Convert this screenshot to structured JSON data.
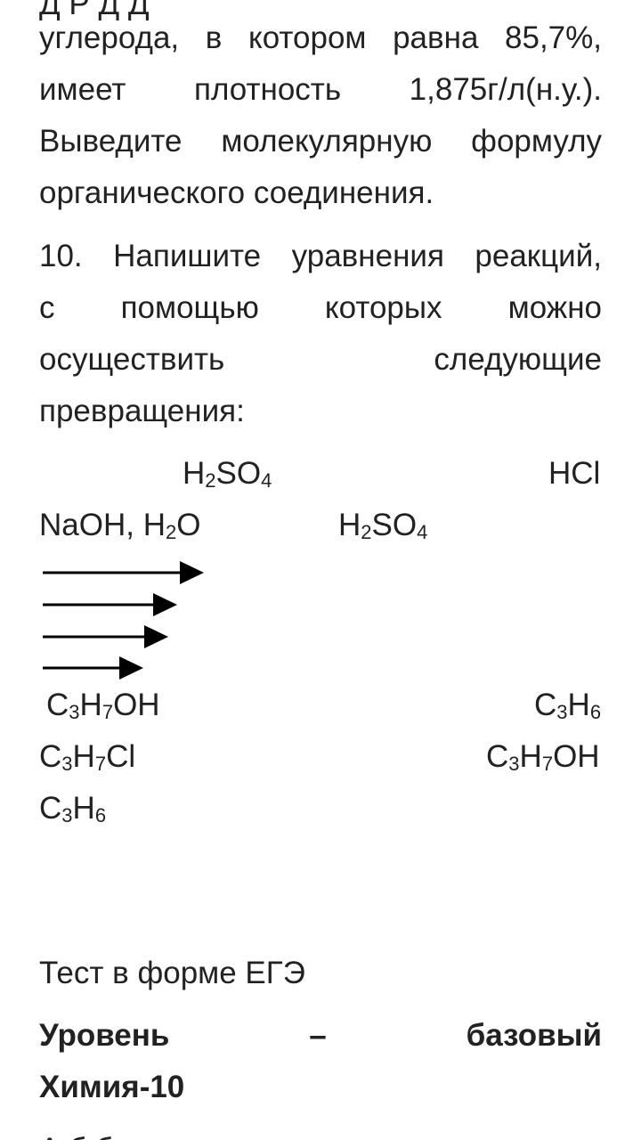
{
  "paragraph9": {
    "cut_line": "Д Р Д        Д",
    "line1": [
      "углерода,",
      "в",
      "котором",
      "равна",
      "85,7%,"
    ],
    "line2": [
      "имеет",
      "плотность",
      "1,875г/л(н.у.)."
    ],
    "line3": [
      "Выведите",
      "молекулярную",
      "формулу"
    ],
    "line4": "органического соединения."
  },
  "paragraph10": {
    "line1": [
      "10.",
      "Напишите",
      "уравнения",
      "реакций,"
    ],
    "line2": [
      "с",
      "помощью",
      "которых",
      "можно"
    ],
    "line3": [
      "осуществить",
      "следующие"
    ],
    "line4": "превращения:"
  },
  "scheme": {
    "reagent_h2so4_1": {
      "main": "H",
      "sub1": "2",
      "mid": "SO",
      "sub2": "4"
    },
    "reagent_hcl": "HCl",
    "reagent_naoh": {
      "pre": "NaOH, H",
      "sub": "2",
      "post": "O"
    },
    "reagent_h2so4_2": {
      "main": "H",
      "sub1": "2",
      "mid": "SO",
      "sub2": "4"
    },
    "c3h7oh_1": {
      "a": "C",
      "s1": "3",
      "b": "H",
      "s2": "7",
      "c": "OH"
    },
    "c3h6_1": {
      "a": "C",
      "s1": "3",
      "b": "H",
      "s2": "6"
    },
    "c3h7cl": {
      "a": "C",
      "s1": "3",
      "b": "H",
      "s2": "7",
      "c": "Cl"
    },
    "c3h7oh_2": {
      "a": "C",
      "s1": "3",
      "b": "H",
      "s2": "7",
      "c": "OH"
    },
    "c3h6_2": {
      "a": "C",
      "s1": "3",
      "b": "H",
      "s2": "6"
    }
  },
  "test": {
    "title": "Тест в форме ЕГЭ",
    "level_words": [
      "Уровень",
      "–",
      "базовый"
    ],
    "subject": "Химия-10",
    "bottom_cut": "А                 б                 б"
  }
}
